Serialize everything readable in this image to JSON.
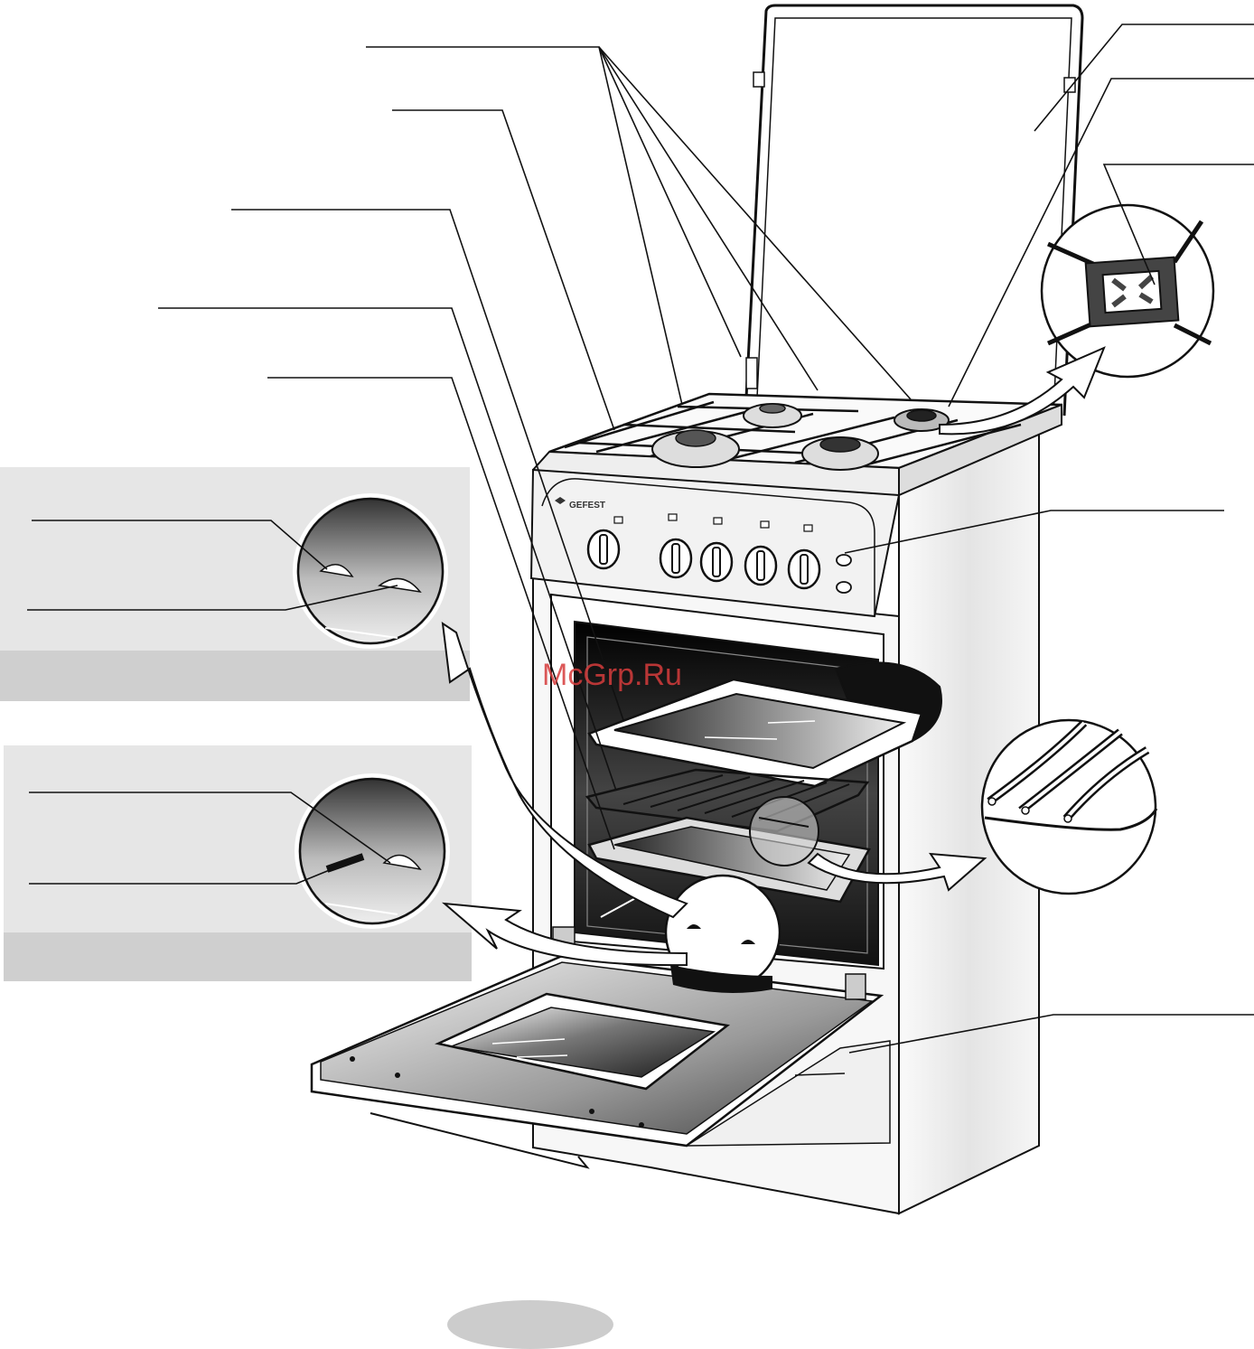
{
  "brand": {
    "name": "GEFEST"
  },
  "watermark": {
    "text": "McGrp.Ru"
  },
  "knobs": {
    "count": 5
  },
  "colors": {
    "line": "#111111",
    "panel_light": "#e6e6e6",
    "panel_dark": "#cfcfcf",
    "watermark": "#d63c3c",
    "page_marker": "#cccccc"
  }
}
